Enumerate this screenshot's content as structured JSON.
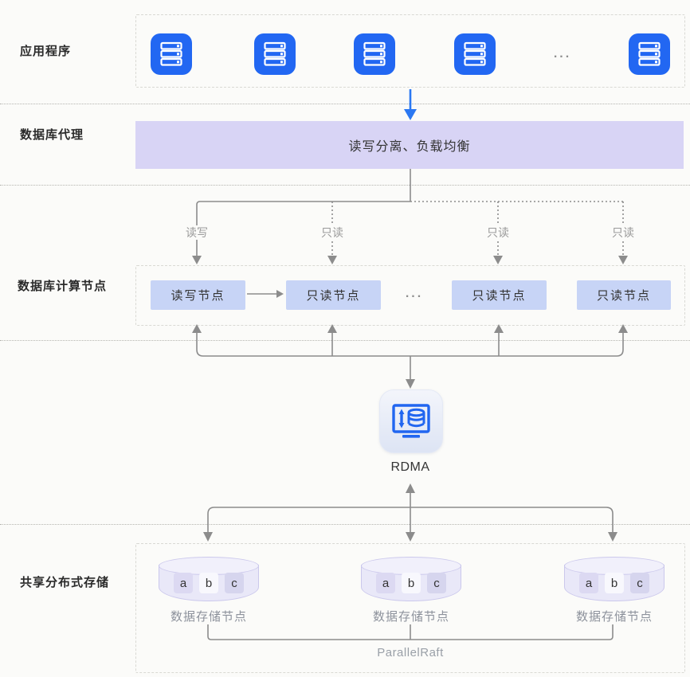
{
  "colors": {
    "accent_blue": "#2267f2",
    "proxy_fill": "#d8d4f5",
    "compute_node_fill": "#c7d4f6",
    "connector_gray": "#8c8c8c",
    "muted_text": "#9a9a9a"
  },
  "rows": {
    "app": {
      "label": "应用程序",
      "icon": "server-stack-icon",
      "ellipsis": "..."
    },
    "proxy": {
      "label": "数据库代理",
      "box_text": "读写分离、负载均衡"
    },
    "compute": {
      "label": "数据库计算节点",
      "branch_labels": [
        "读写",
        "只读",
        "只读",
        "只读"
      ],
      "nodes": [
        "读写节点",
        "只读节点",
        "只读节点",
        "只读节点"
      ],
      "ellipsis": "..."
    },
    "rdma": {
      "label": "RDMA",
      "icon": "rdma-transfer-icon"
    },
    "storage": {
      "label": "共享分布式存储",
      "nodes": [
        {
          "chips": [
            "a",
            "b",
            "c"
          ],
          "label": "数据存储节点"
        },
        {
          "chips": [
            "a",
            "b",
            "c"
          ],
          "label": "数据存储节点"
        },
        {
          "chips": [
            "a",
            "b",
            "c"
          ],
          "label": "数据存储节点"
        }
      ],
      "raft_label": "ParallelRaft"
    }
  }
}
